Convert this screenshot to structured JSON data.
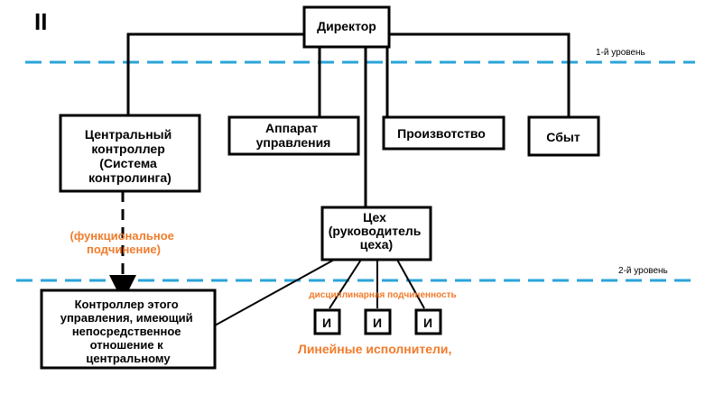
{
  "marker": "II",
  "levels": {
    "level1": "1-й уровень",
    "level2": "2-й уровень"
  },
  "nodes": {
    "director": "Директор",
    "central_controller": [
      "Центральный",
      "контроллер",
      "(Система",
      "контролинга)"
    ],
    "management_apparatus": [
      "Аппарат",
      "управления"
    ],
    "production": "Произвотство",
    "sales": "Сбыт",
    "workshop": [
      "Цех",
      "(руководитель",
      "цеха)"
    ],
    "local_controller": [
      "Контроллер этого",
      "управления, имеющий",
      "непосредственное",
      "отношение к",
      "центральному"
    ],
    "executors": [
      "И",
      "И",
      "И"
    ]
  },
  "annotations": {
    "functional": [
      "(функциональное",
      "подчинение)"
    ],
    "disciplinary": "дисциплинарная подчиненность",
    "line_executors": "Линейные  исполнители,"
  },
  "colors": {
    "level_line": "#2aa4d8",
    "annotation": "#f07c2c"
  }
}
